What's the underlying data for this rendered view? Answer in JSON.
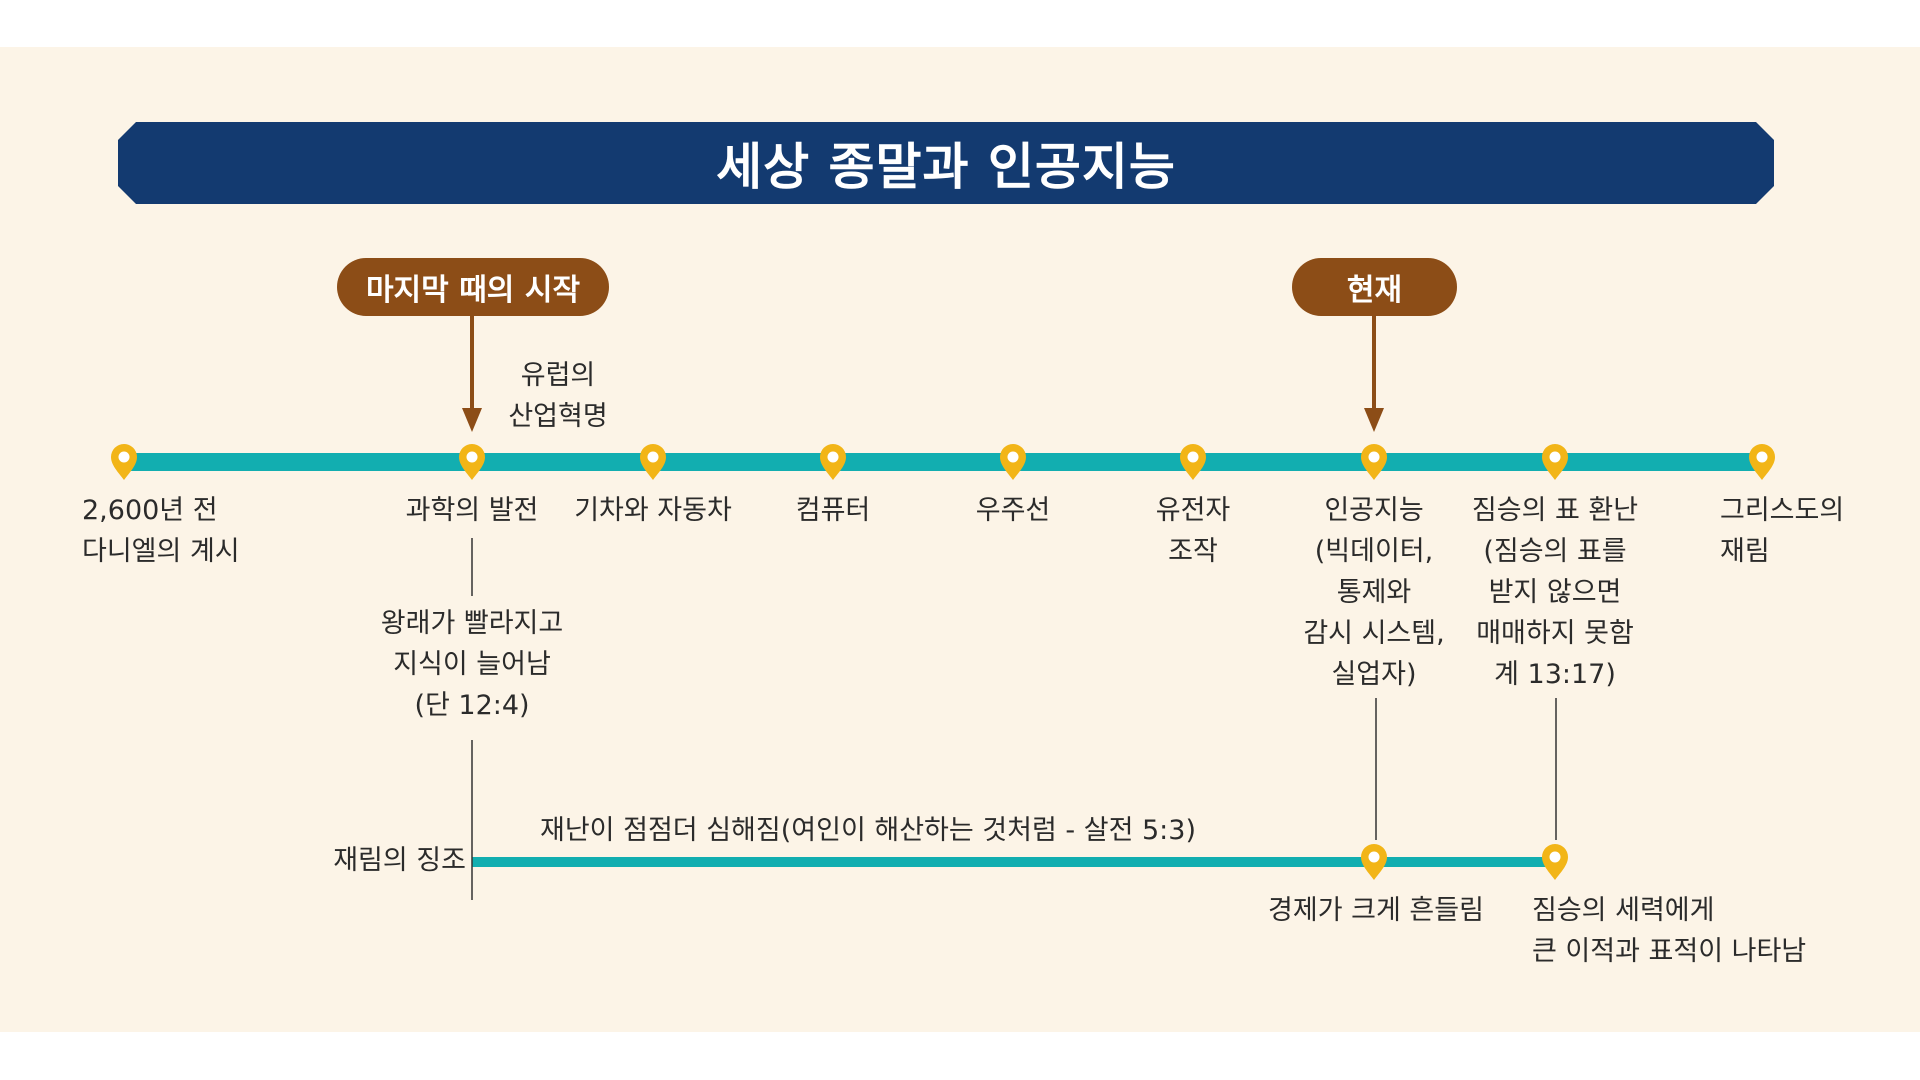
{
  "title": "세상 종말과 인공지능",
  "badges": {
    "end_times_start": "마지막 때의 시작",
    "present": "현재"
  },
  "colors": {
    "title_bg": "#133a70",
    "badge_bg": "#8c4d17",
    "timeline": "#12aeb0",
    "marker": "#f2b517",
    "background": "#fcf4e7"
  },
  "main_timeline": {
    "above_label": "유럽의\n산업혁명",
    "events": [
      "2,600년 전\n다니엘의 계시",
      "과학의 발전",
      "기차와 자동차",
      "컴퓨터",
      "우주선",
      "유전자\n조작",
      "인공지능\n(빅데이터,\n통제와\n감시 시스템,\n실업자)",
      "짐승의 표 환난\n(짐승의 표를\n받지 않으면\n매매하지 못함\n계 13:17)",
      "그리스도의\n재림"
    ],
    "science_note": "왕래가 빨라지고\n지식이 늘어남\n(단 12:4)"
  },
  "sub_timeline": {
    "label": "재림의 징조",
    "caption": "재난이 점점더 심해짐(여인이 해산하는 것처럼 - 살전 5:3)",
    "events": [
      "경제가 크게 흔들림",
      "짐승의 세력에게\n큰 이적과 표적이 나타남"
    ]
  }
}
